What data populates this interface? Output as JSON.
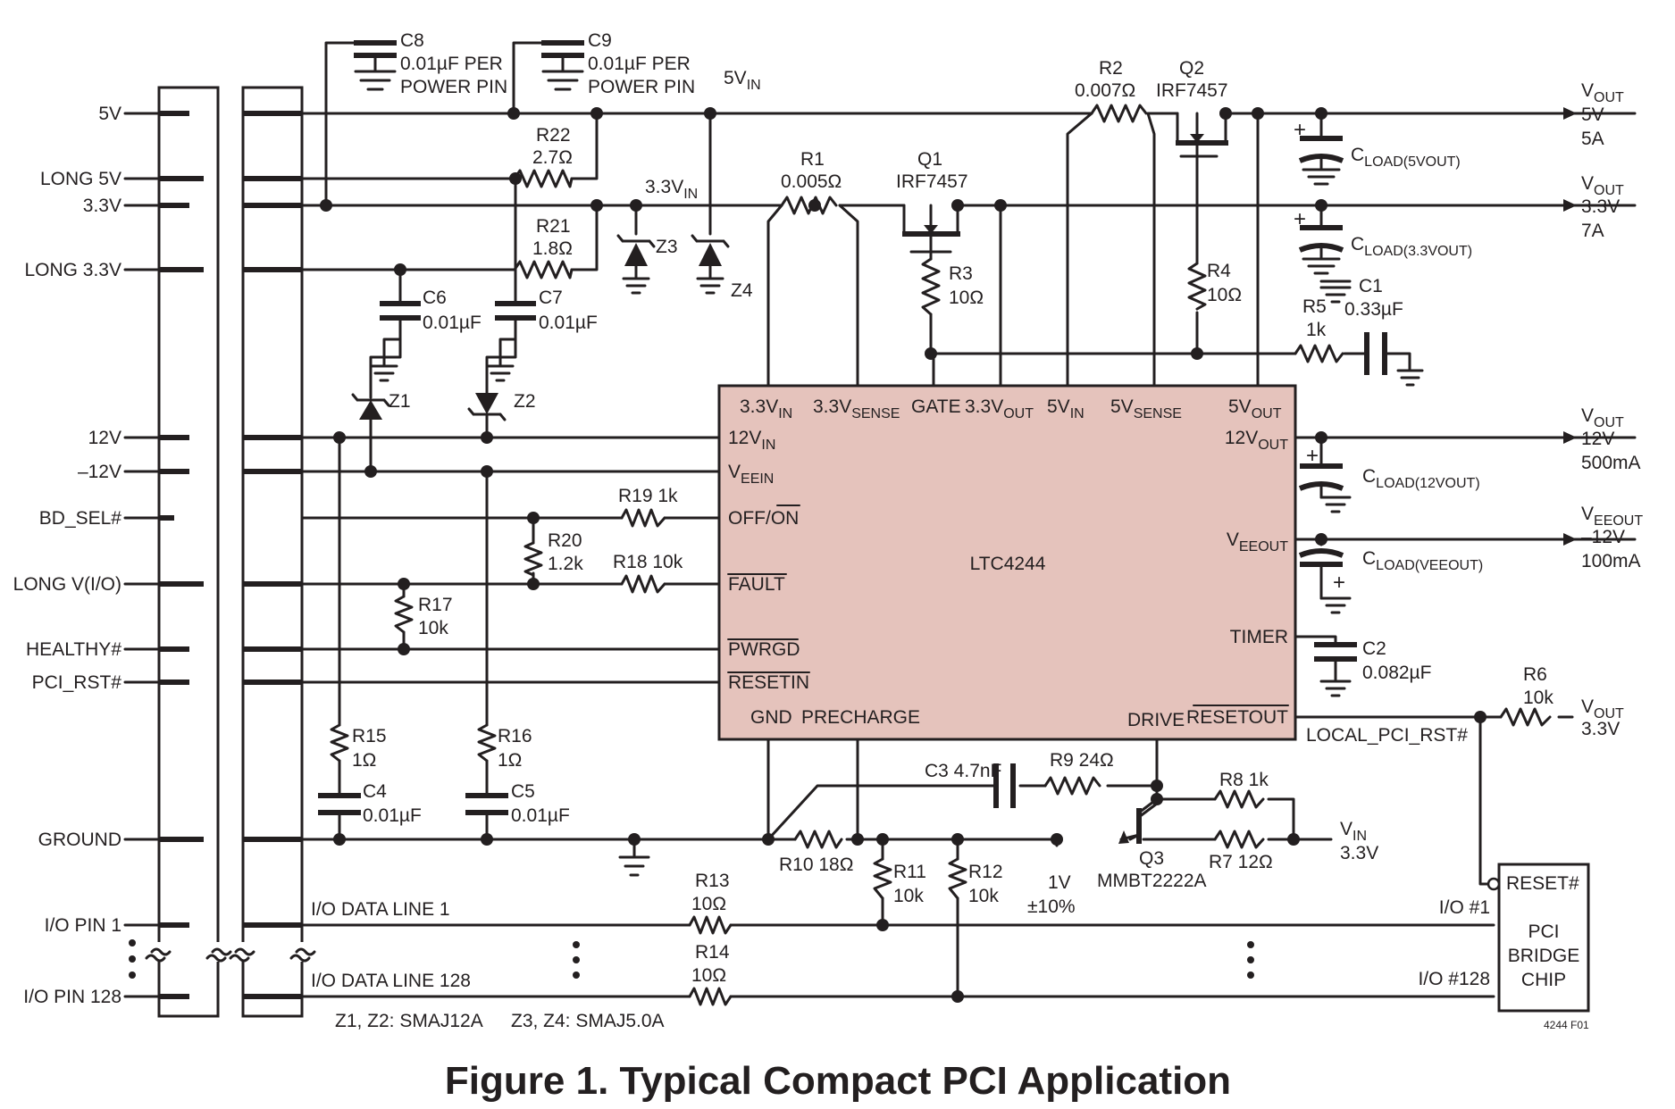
{
  "figure": {
    "caption": "Figure 1. Typical Compact PCI Application",
    "code": "4244 F01"
  },
  "connector_pins": [
    "5V",
    "LONG 5V",
    "3.3V",
    "LONG 3.3V",
    "12V",
    "–12V",
    "BD_SEL#",
    "LONG V(I/O)",
    "HEALTHY#",
    "PCI_RST#",
    "GROUND",
    "I/O PIN 1",
    "I/O PIN 128"
  ],
  "ic": {
    "name": "LTC4244",
    "top_pins": [
      {
        "main": "3.3V",
        "sub": "IN"
      },
      {
        "main": "3.3V",
        "sub": "SENSE"
      },
      {
        "main": "GATE",
        "sub": ""
      },
      {
        "main": "3.3V",
        "sub": "OUT"
      },
      {
        "main": "5V",
        "sub": "IN"
      },
      {
        "main": "5V",
        "sub": "SENSE"
      },
      {
        "main": "5V",
        "sub": "OUT"
      }
    ],
    "left_pins": [
      {
        "main": "12V",
        "sub": "IN"
      },
      {
        "main": "V",
        "sub": "EEIN"
      },
      {
        "main": "OFF/ON",
        "sub": ""
      },
      {
        "main": "FAULT",
        "sub": ""
      },
      {
        "main": "PWRGD",
        "sub": ""
      },
      {
        "main": "RESETIN",
        "sub": ""
      }
    ],
    "right_pins": [
      {
        "main": "12V",
        "sub": "OUT"
      },
      {
        "main": "V",
        "sub": "EEOUT"
      },
      {
        "main": "TIMER",
        "sub": ""
      },
      {
        "main": "RESETOUT",
        "sub": ""
      }
    ],
    "bottom_pins": [
      "GND",
      "PRECHARGE",
      "DRIVE"
    ]
  },
  "components": {
    "C8": {
      "ref": "C8",
      "value": "0.01µF PER",
      "note": "POWER PIN"
    },
    "C9": {
      "ref": "C9",
      "value": "0.01µF PER",
      "note": "POWER PIN"
    },
    "R22": {
      "ref": "R22",
      "value": "2.7Ω"
    },
    "R21": {
      "ref": "R21",
      "value": "1.8Ω"
    },
    "C6": {
      "ref": "C6",
      "value": "0.01µF"
    },
    "C7": {
      "ref": "C7",
      "value": "0.01µF"
    },
    "Z1": {
      "ref": "Z1"
    },
    "Z2": {
      "ref": "Z2"
    },
    "Z3": {
      "ref": "Z3"
    },
    "Z4": {
      "ref": "Z4"
    },
    "R1": {
      "ref": "R1",
      "value": "0.005Ω"
    },
    "Q1": {
      "ref": "Q1",
      "value": "IRF7457"
    },
    "R3": {
      "ref": "R3",
      "value": "10Ω"
    },
    "R2": {
      "ref": "R2",
      "value": "0.007Ω"
    },
    "Q2": {
      "ref": "Q2",
      "value": "IRF7457"
    },
    "R4": {
      "ref": "R4",
      "value": "10Ω"
    },
    "R5": {
      "ref": "R5",
      "value": "1k"
    },
    "C1": {
      "ref": "C1",
      "value": "0.33µF"
    },
    "R19": {
      "ref": "R19 1k"
    },
    "R20": {
      "ref": "R20",
      "value": "1.2k"
    },
    "R18": {
      "ref": "R18 10k"
    },
    "R17": {
      "ref": "R17",
      "value": "10k"
    },
    "R15": {
      "ref": "R15",
      "value": "1Ω"
    },
    "R16": {
      "ref": "R16",
      "value": "1Ω"
    },
    "C4": {
      "ref": "C4",
      "value": "0.01µF"
    },
    "C5": {
      "ref": "C5",
      "value": "0.01µF"
    },
    "C2": {
      "ref": "C2",
      "value": "0.082µF"
    },
    "R6": {
      "ref": "R6",
      "value": "10k"
    },
    "C3": {
      "ref": "C3 4.7nF"
    },
    "R9": {
      "ref": "R9 24Ω"
    },
    "R8": {
      "ref": "R8 1k"
    },
    "R7": {
      "ref": "R7 12Ω"
    },
    "R10": {
      "ref": "R10 18Ω"
    },
    "R11": {
      "ref": "R11",
      "value": "10k"
    },
    "R12": {
      "ref": "R12",
      "value": "10k"
    },
    "Q3": {
      "ref": "Q3",
      "value": "MMBT2222A"
    },
    "R13": {
      "ref": "R13",
      "value": "10Ω"
    },
    "R14": {
      "ref": "R14",
      "value": "10Ω"
    }
  },
  "nets": {
    "vin5": {
      "main": "5V",
      "sub": "IN"
    },
    "vin33": {
      "main": "3.3V",
      "sub": "IN"
    },
    "vref": {
      "main": "1V",
      "sub": "±10%"
    },
    "vin_q3": {
      "main": "V",
      "sub": "IN",
      "value": "3.3V"
    },
    "local_pci_rst": "LOCAL_PCI_RST#",
    "io_line_1": "I/O DATA LINE 1",
    "io_line_128": "I/O DATA LINE 128"
  },
  "outputs": [
    {
      "main": "V",
      "sub": "OUT",
      "line1": "5V",
      "line2": "5A"
    },
    {
      "main": "V",
      "sub": "OUT",
      "line1": "3.3V",
      "line2": "7A"
    },
    {
      "main": "V",
      "sub": "OUT",
      "line1": "12V",
      "line2": "500mA"
    },
    {
      "main": "V",
      "sub": "EEOUT",
      "line1": "–12V",
      "line2": "100mA"
    },
    {
      "main": "V",
      "sub": "OUT",
      "line1": "3.3V",
      "line2": ""
    }
  ],
  "load_caps": [
    {
      "main": "C",
      "sub": "LOAD(5VOUT)"
    },
    {
      "main": "C",
      "sub": "LOAD(3.3VOUT)"
    },
    {
      "main": "C",
      "sub": "LOAD(12VOUT)"
    },
    {
      "main": "C",
      "sub": "LOAD(VEEOUT)"
    }
  ],
  "bridge": {
    "reset_pin": "RESET#",
    "name_lines": [
      "PCI",
      "BRIDGE",
      "CHIP"
    ],
    "io1": "I/O #1",
    "io128": "I/O #128"
  },
  "notes": {
    "zener12": "Z1, Z2: SMAJ12A",
    "zener5": "Z3, Z4: SMAJ5.0A"
  },
  "colors": {
    "ic_fill": "#e5c3bc",
    "ink": "#231f20"
  }
}
